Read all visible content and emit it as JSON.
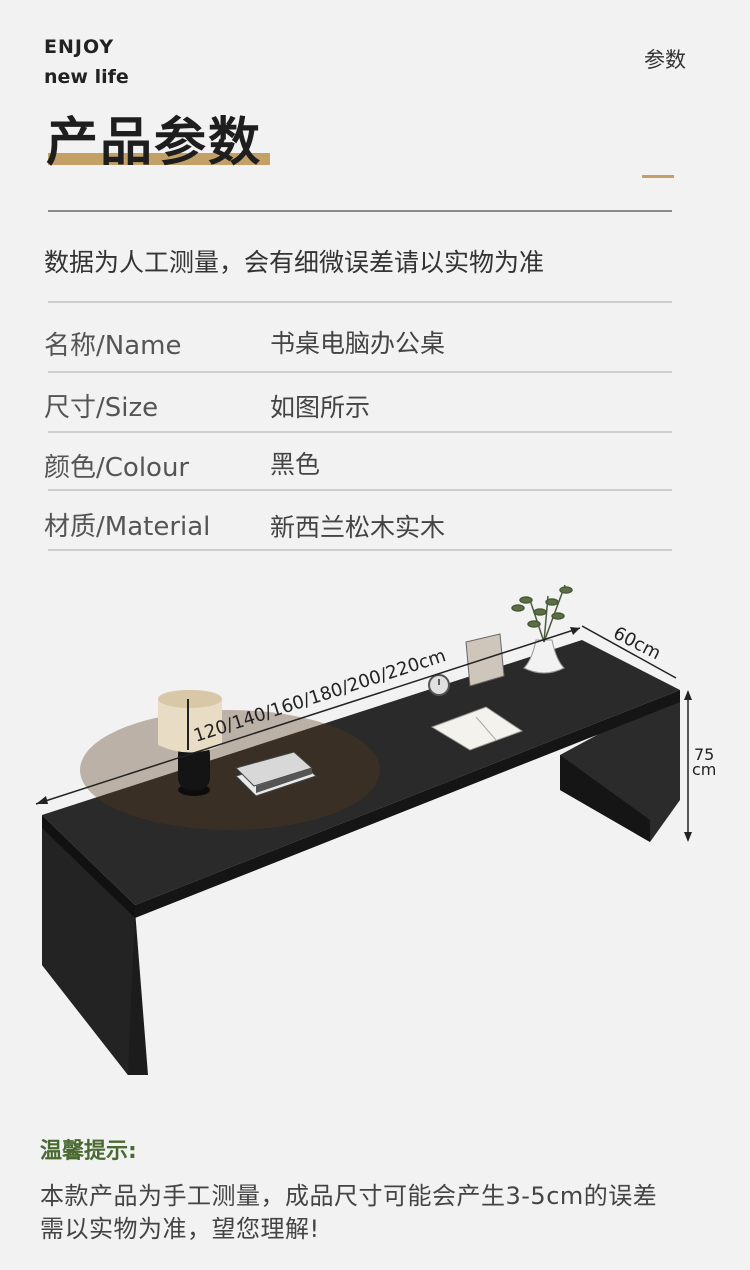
{
  "header": {
    "brand_line1": "ENJOY",
    "brand_line2": "new life",
    "corner_label": "参数",
    "title": "产品参数"
  },
  "note": "数据为人工测量，会有细微误差请以实物为准",
  "specs": [
    {
      "label": "名称/Name",
      "value": "书桌电脑办公桌"
    },
    {
      "label": "尺寸/Size",
      "value": "如图所示"
    },
    {
      "label": "颜色/Colour",
      "value": "黑色"
    },
    {
      "label": "材质/Material",
      "value": "新西兰松木实木"
    }
  ],
  "dimensions": {
    "length": "120/140/160/180/200/220cm",
    "depth": "60cm",
    "height_number": "75",
    "height_unit": "cm"
  },
  "colors": {
    "accent": "#c2a066",
    "warm_title": "#4a6a32",
    "desk": "#1f1f1f"
  },
  "tips": {
    "title": "温馨提示:",
    "line1": "本款产品为手工测量，成品尺寸可能会产生3-5cm的误差",
    "line2": "需以实物为准，望您理解!"
  }
}
